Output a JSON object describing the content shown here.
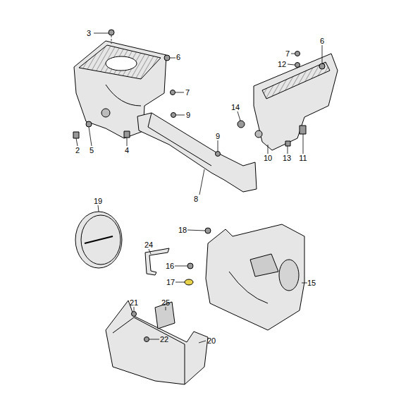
{
  "diagram": {
    "labels": [
      "3",
      "6",
      "7",
      "9",
      "2",
      "5",
      "4",
      "9",
      "8",
      "7",
      "12",
      "6",
      "14",
      "10",
      "13",
      "11",
      "19",
      "18",
      "24",
      "16",
      "17",
      "15",
      "21",
      "25",
      "22",
      "20"
    ]
  }
}
